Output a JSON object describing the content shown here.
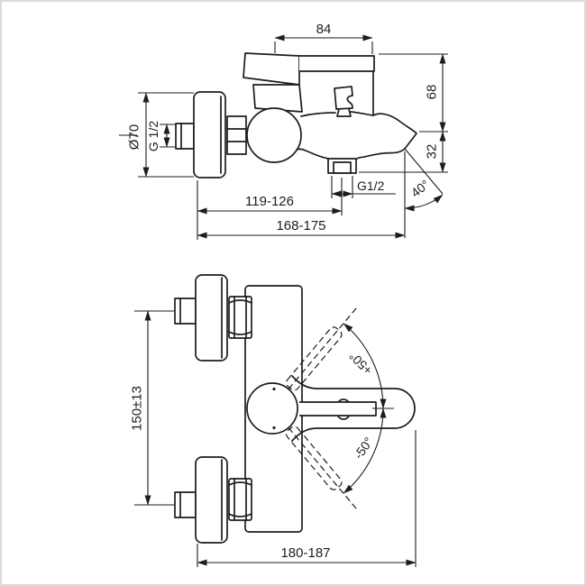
{
  "drawing": {
    "colors": {
      "line": "#1d1d1d",
      "background": "#ffffff",
      "frame": "#dadada"
    },
    "top_view": {
      "dim_handle_length": "84",
      "dim_height_upper": "68",
      "dim_height_spout": "32",
      "dim_flange_diameter": "Ø70",
      "thread_wall_inlet": "G 1/2",
      "dim_wall_to_outlet": "119-126",
      "thread_shower_outlet": "G1/2",
      "angle_spout": "40°",
      "dim_wall_to_tip": "168-175"
    },
    "front_view": {
      "dim_connection_centers": "150±13",
      "angle_handle_up": "+50°",
      "angle_handle_down": "-50°",
      "dim_overall": "180-187"
    }
  }
}
